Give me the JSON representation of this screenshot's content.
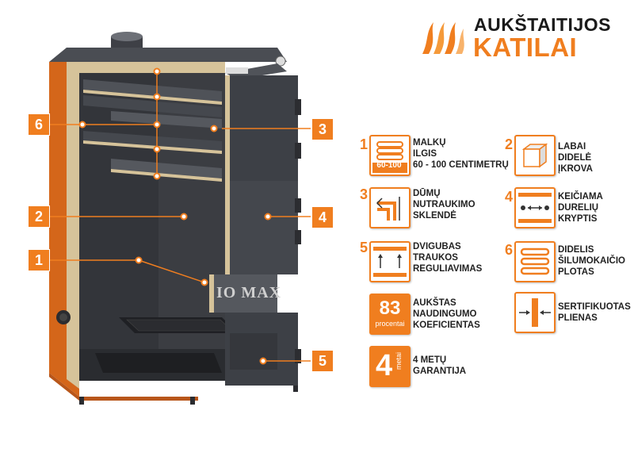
{
  "brand": {
    "line1": "AUKŠTAITIJOS",
    "line2": "KATILAI"
  },
  "boiler": {
    "model_text": "IO MAX"
  },
  "callouts": [
    "6",
    "3",
    "2",
    "4",
    "1",
    "5"
  ],
  "features": [
    {
      "num": "1",
      "icon": "logs-icon",
      "icon_label": "60-100",
      "lines": [
        "MALKŲ",
        "ILGIS",
        "60 - 100 CENTIMETRŲ"
      ]
    },
    {
      "num": "2",
      "icon": "cube-icon",
      "lines": [
        "LABAI",
        "DIDELĖ",
        "ĮKROVA"
      ]
    },
    {
      "num": "3",
      "icon": "flue-damper-icon",
      "lines": [
        "DŪMŲ",
        "NUTRAUKIMO",
        "SKLENDĖ"
      ]
    },
    {
      "num": "4",
      "icon": "door-direction-icon",
      "lines": [
        "KEIČIAMA",
        "DURELIŲ",
        "KRYPTIS"
      ]
    },
    {
      "num": "5",
      "icon": "draft-regulation-icon",
      "lines": [
        "DVIGUBAS",
        "TRAUKOS",
        "REGULIAVIMAS"
      ]
    },
    {
      "num": "6",
      "icon": "heat-exchanger-icon",
      "lines": [
        "DIDELIS",
        "ŠILUMOKAIČIO",
        "PLOTAS"
      ]
    },
    {
      "num": "",
      "icon": "efficiency-icon",
      "icon_value": "83",
      "icon_sub": "procentai",
      "lines": [
        "AUKŠTAS",
        "NAUDINGUMO",
        "KOEFICIENTAS"
      ]
    },
    {
      "num": "",
      "icon": "steel-icon",
      "lines": [
        "SERTIFIKUOTAS",
        "PLIENAS"
      ]
    },
    {
      "num": "",
      "icon": "warranty-icon",
      "icon_value": "4",
      "icon_sub": "metai",
      "lines": [
        "4 METŲ",
        "GARANTIJA"
      ]
    }
  ],
  "colors": {
    "accent": "#f07e1f",
    "steel_dark": "#3b3d42",
    "steel_mid": "#55585e",
    "insulation": "#d6c39a",
    "casing_orange": "#d4661a"
  }
}
